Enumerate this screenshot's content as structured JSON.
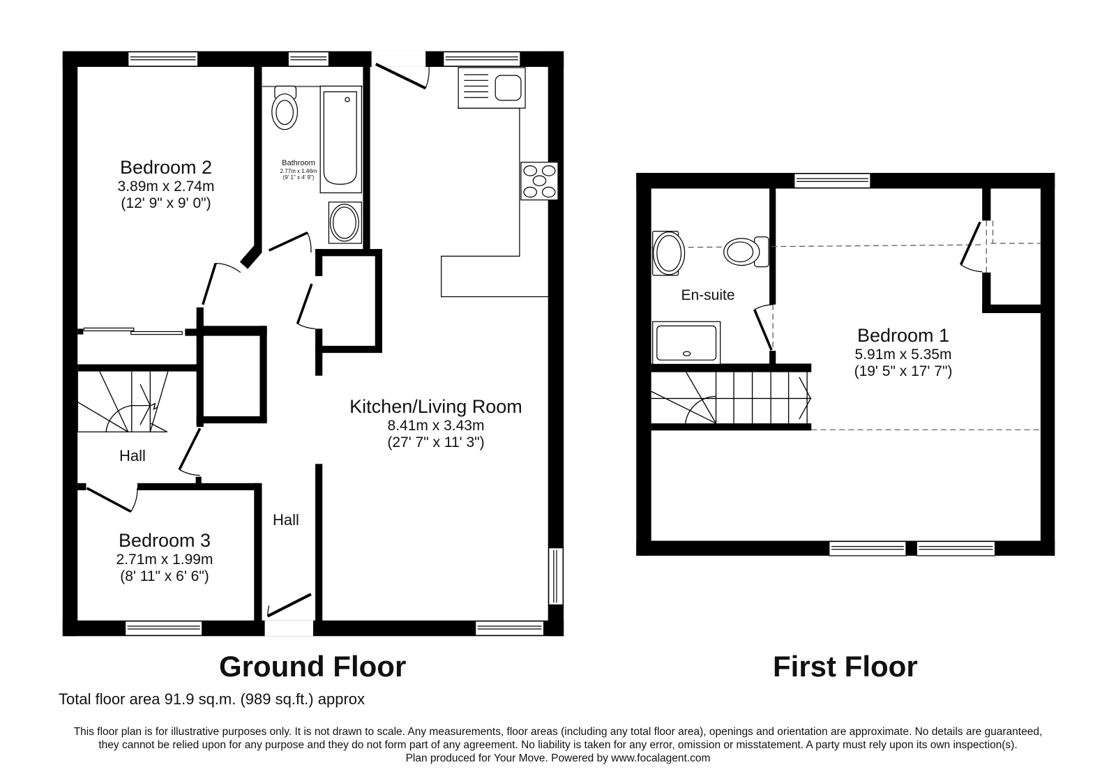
{
  "rooms": {
    "bedroom2": {
      "name": "Bedroom 2",
      "dim_m": "3.89m x 2.74m",
      "dim_ft": "(12' 9\" x 9' 0\")"
    },
    "bathroom": {
      "name": "Bathroom",
      "dim_m": "2.77m x 1.46m",
      "dim_ft": "(9' 1\" x 4' 9\")"
    },
    "kitchen": {
      "name": "Kitchen/Living Room",
      "dim_m": "8.41m x 3.43m",
      "dim_ft": "(27' 7\" x 11' 3\")"
    },
    "hall_upper": {
      "name": "Hall"
    },
    "hall_lower": {
      "name": "Hall"
    },
    "bedroom3": {
      "name": "Bedroom 3",
      "dim_m": "2.71m x 1.99m",
      "dim_ft": "(8' 11\" x 6' 6\")"
    },
    "ensuite": {
      "name": "En-suite"
    },
    "bedroom1": {
      "name": "Bedroom 1",
      "dim_m": "5.91m x 5.35m",
      "dim_ft": "(19' 5\" x 17' 7\")"
    }
  },
  "floors": {
    "ground": "Ground Floor",
    "first": "First Floor"
  },
  "total_area": "Total floor area 91.9 sq.m. (989 sq.ft.) approx",
  "disclaimer": {
    "line1": "This floor plan is for illustrative purposes only. It is not drawn to scale. Any measurements, floor areas (including any total floor area), openings and orientation are approximate. No details are guaranteed,",
    "line2": "they cannot be relied upon for any purpose and they do not form part of any agreement. No liability is taken for any error, omission or misstatement. A party must rely upon its own inspection(s).",
    "line3": "Plan produced for Your Move. Powered by www.focalagent.com"
  },
  "colors": {
    "wall": "#000000",
    "background": "#ffffff",
    "fixture_stroke": "#000000",
    "dashed_line": "#555555"
  }
}
